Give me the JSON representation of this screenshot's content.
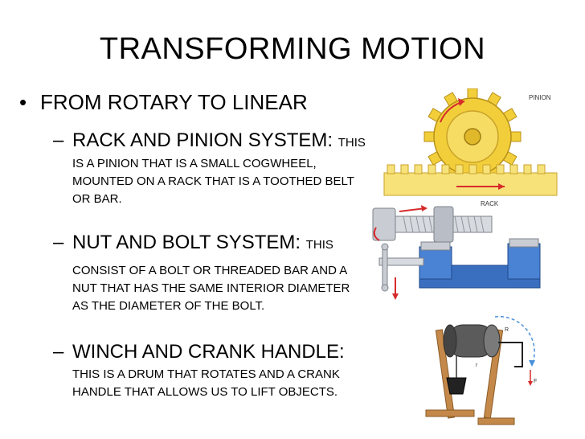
{
  "slide": {
    "title": "TRANSFORMING MOTION",
    "main_bullet": "FROM ROTARY TO LINEAR",
    "bullet_char": "•",
    "dash_char": "–",
    "items": [
      {
        "heading": "RACK AND PINION SYSTEM:",
        "lead": "THIS",
        "body": "IS A PINION THAT IS A SMALL COGWHEEL, MOUNTED ON A RACK THAT IS A TOOTHED BELT OR BAR."
      },
      {
        "heading": "NUT AND BOLT SYSTEM:",
        "lead": "THIS",
        "body": "CONSIST OF A BOLT OR THREADED  BAR AND A NUT THAT HAS THE SAME INTERIOR DIAMETER AS THE DIAMETER OF THE BOLT."
      },
      {
        "heading": "WINCH AND CRANK HANDLE:",
        "lead": "",
        "body": "THIS IS A DRUM THAT ROTATES AND A CRANK HANDLE THAT ALLOWS US TO LIFT OBJECTS."
      }
    ]
  },
  "images": {
    "rack_pinion": {
      "pinion_label": "PINION",
      "rack_label": "RACK",
      "gear_color": "#f2cf3a",
      "rack_color": "#f7e27a"
    },
    "nut_bolt": {
      "metal_color": "#c9cdd3",
      "vise_color": "#3a6fc0"
    },
    "winch": {
      "drum_color": "#5b5b5b",
      "frame_color": "#c4894a",
      "arrow_color": "#4a90d9",
      "label_F": "F",
      "label_r": "r",
      "label_R": "R"
    }
  }
}
